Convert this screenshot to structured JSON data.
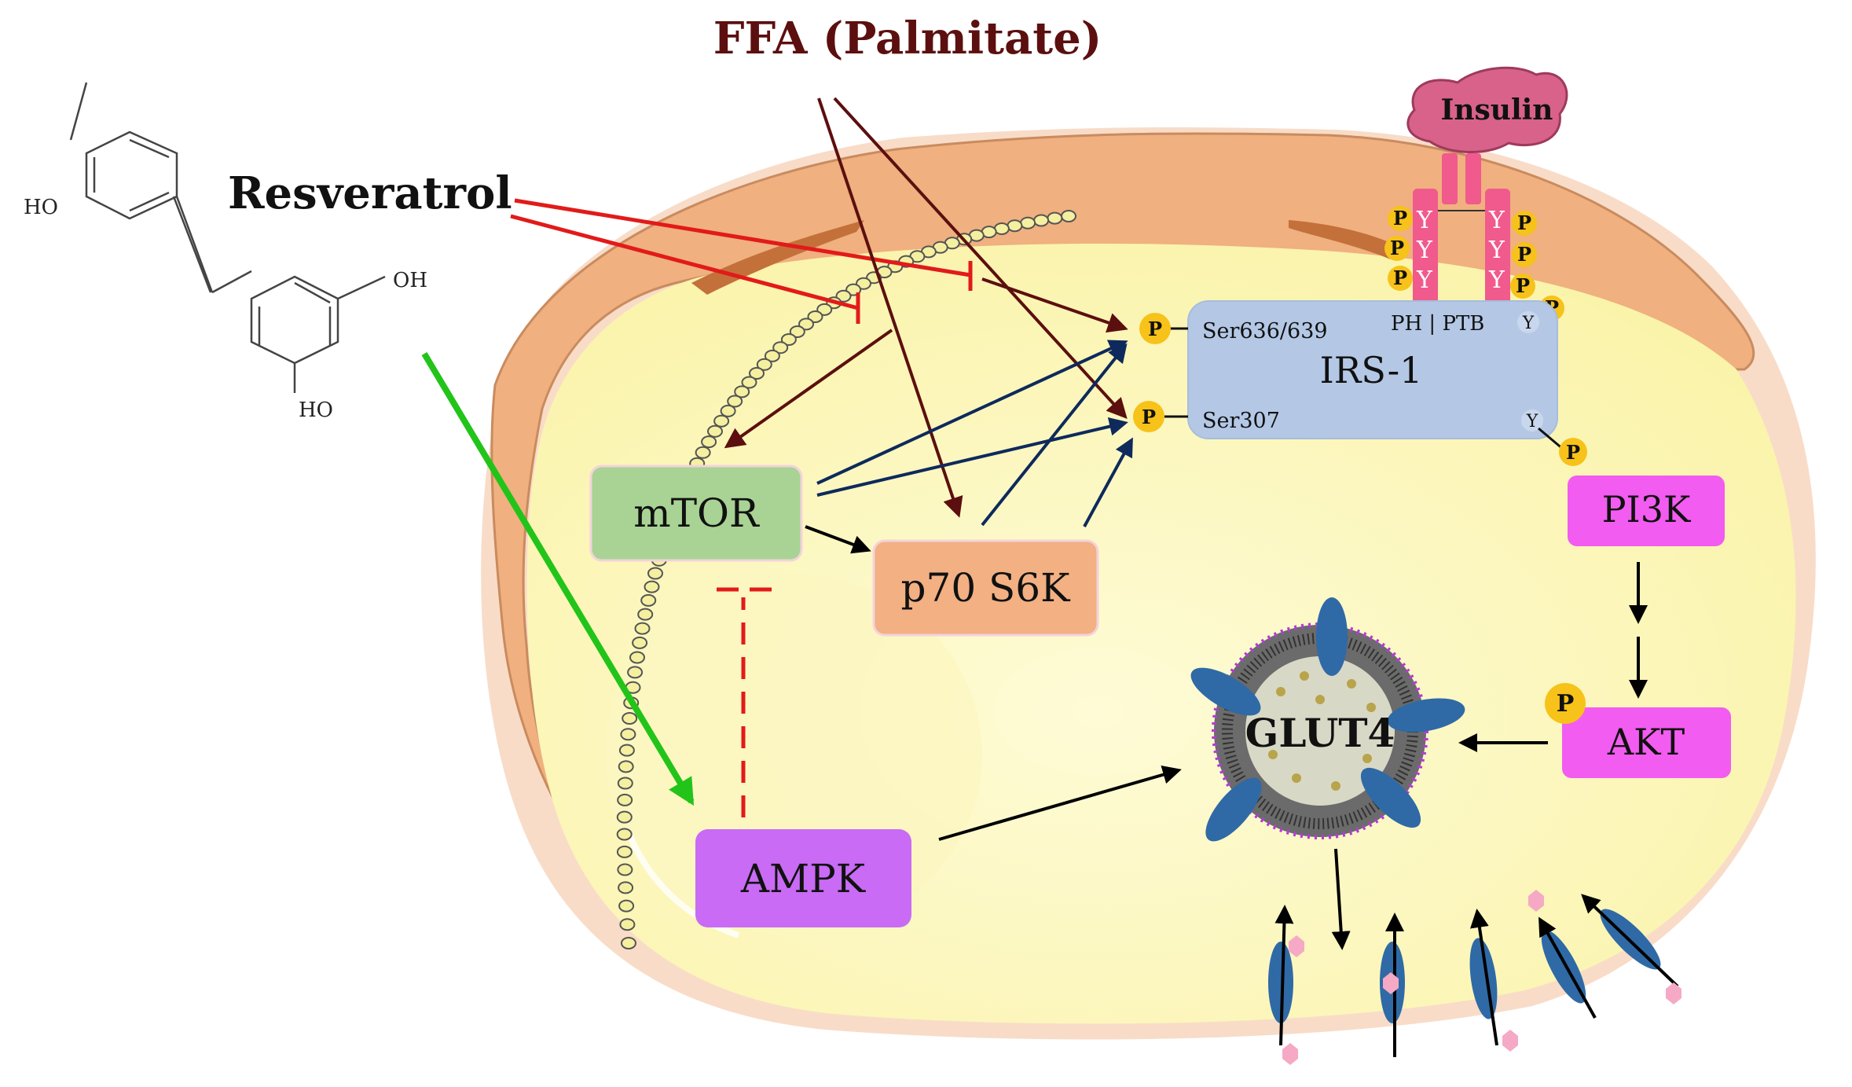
{
  "title_ffa": "FFA (Palmitate)",
  "resveratrol": {
    "label": "Resveratrol",
    "groups": [
      "HO",
      "OH",
      "HO"
    ]
  },
  "insulin": "Insulin",
  "irs1": {
    "label": "IRS-1",
    "ser636": "Ser636/639",
    "ser307": "Ser307",
    "ph_ptb": "PH | PTB",
    "y_site": "Y"
  },
  "nodes": {
    "mtor": "mTOR",
    "p70": "p70 S6K",
    "ampk": "AMPK",
    "pi3k": "PI3K",
    "akt": "AKT",
    "glut4": "GLUT4"
  },
  "phospho": "P",
  "tyrosine": "Y",
  "colors": {
    "ffa_arrow": "#5c0f0f",
    "resv_inhibit": "#e21a1a",
    "resv_activate": "#22c41a",
    "navy_arrow": "#0e2a5c",
    "membrane": "#f0b07f",
    "cytoplasm": "#fcf7b9",
    "irs1_box": "#b4c8e6",
    "mtor_box": "#a8d394",
    "p70_box": "#f2b083",
    "ampk_box": "#c96bf5",
    "pink_box": "#f25cf0",
    "phospho_dot": "#f7c219",
    "receptor": "#f05a8c"
  }
}
